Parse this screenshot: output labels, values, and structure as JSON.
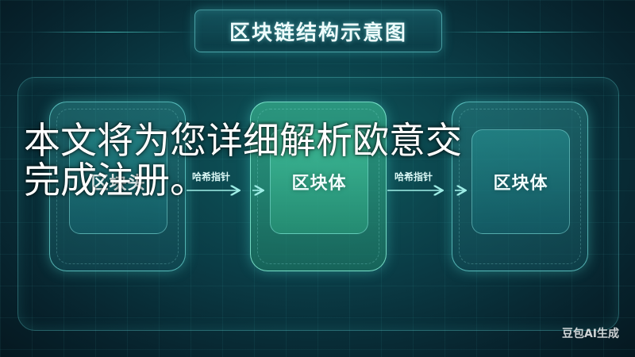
{
  "title": "区块链结构示意图",
  "blocks": [
    "区块头",
    "区块体",
    "区块体"
  ],
  "arrows": [
    "哈希指针",
    "哈希指针"
  ],
  "overlay_text": {
    "line1": "本文将为您详细解析欧意交",
    "line2": "完成注册。"
  },
  "watermark": "豆包AI生成",
  "colors": {
    "background": "#0a3b45",
    "accent": "#5fe6dc",
    "middle_block": "#3cb996"
  }
}
